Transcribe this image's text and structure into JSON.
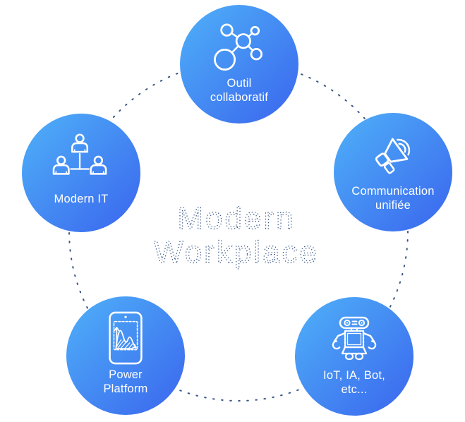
{
  "title": {
    "line1": "Modern",
    "line2": "Workplace"
  },
  "nodes": [
    {
      "id": "outil-collaboratif",
      "icon": "molecule-icon",
      "label_lines": [
        "Outil",
        "collaboratif"
      ]
    },
    {
      "id": "modern-it",
      "icon": "org-chart-icon",
      "label_lines": [
        "Modern IT"
      ]
    },
    {
      "id": "communication-unifiee",
      "icon": "megaphone-icon",
      "label_lines": [
        "Communication",
        "unifiée"
      ]
    },
    {
      "id": "power-platform",
      "icon": "tablet-chart-icon",
      "label_lines": [
        "Power",
        "Platform"
      ]
    },
    {
      "id": "iot-ia-bot",
      "icon": "robot-icon",
      "label_lines": [
        "IoT, IA, Bot,",
        "etc..."
      ]
    }
  ],
  "colors": {
    "circle-start": "#4FB1F8",
    "circle-end": "#3A65EE",
    "ring": "#2E4E80",
    "title": "#2E4E80",
    "icon-stroke": "#FFFFFF",
    "label-text": "#FFFFFF",
    "background": "#FFFFFF"
  }
}
